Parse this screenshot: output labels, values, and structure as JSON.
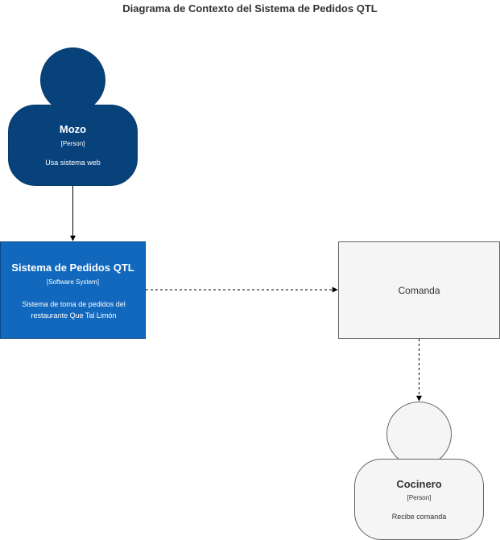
{
  "title": "Diagrama de Contexto del Sistema de Pedidos QTL",
  "mozo": {
    "name": "Mozo",
    "type": "[Person]",
    "description": "Usa sistema web"
  },
  "system": {
    "name": "Sistema de Pedidos QTL",
    "type": "[Software System]",
    "description": "Sistema de toma de pedidos del restaurante Que Tal Limón"
  },
  "comanda": {
    "label": "Comanda"
  },
  "cocinero": {
    "name": "Cocinero",
    "type": "[Person]",
    "description": "Recibe comanda"
  },
  "colors": {
    "person_fill": "#08427b",
    "system_fill": "#1168bd",
    "external_fill": "#f5f5f5",
    "external_stroke": "#666666"
  }
}
